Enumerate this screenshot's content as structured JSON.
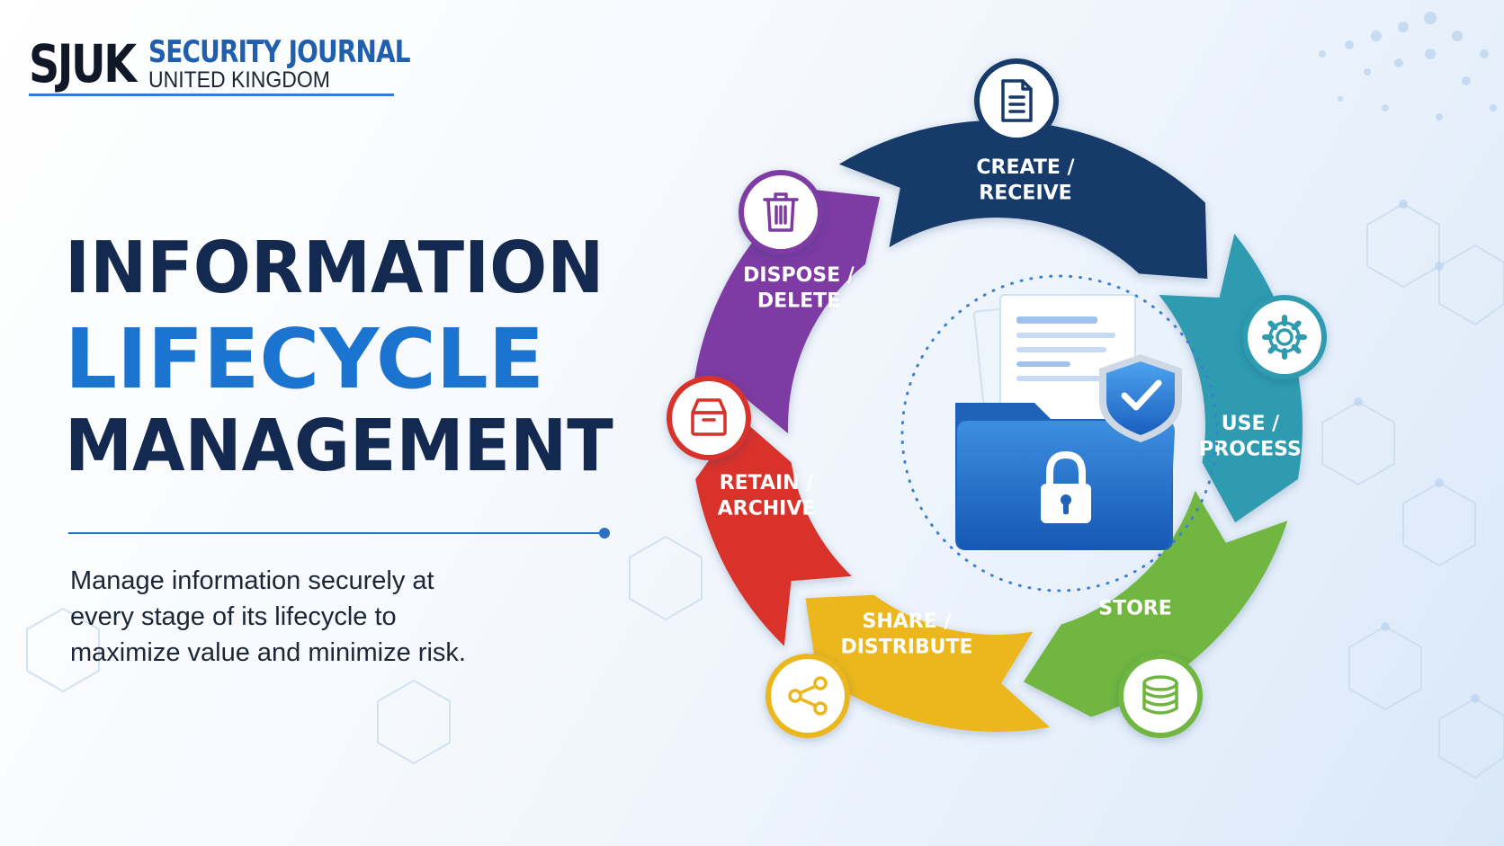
{
  "brand": {
    "mark": "SJUK",
    "title": "SECURITY JOURNAL",
    "subtitle": "UNITED KINGDOM"
  },
  "headline": {
    "line1": "INFORMATION",
    "line2": "LIFECYCLE",
    "line3": "MANAGEMENT"
  },
  "tagline": "Manage information securely at every stage of its lifecycle to maximize value and minimize risk.",
  "colors": {
    "navy": "#14294f",
    "accent_blue": "#1b74cf"
  },
  "stages": [
    {
      "line1": "CREATE /",
      "line2": "RECEIVE",
      "icon": "document-icon",
      "color": "#173a6b"
    },
    {
      "line1": "USE /",
      "line2": "PROCESS",
      "icon": "gear-icon",
      "color": "#2f9bb0"
    },
    {
      "line1": "STORE",
      "line2": "",
      "icon": "database-icon",
      "color": "#6fb640"
    },
    {
      "line1": "SHARE /",
      "line2": "DISTRIBUTE",
      "icon": "share-icon",
      "color": "#ebb71c"
    },
    {
      "line1": "RETAIN /",
      "line2": "ARCHIVE",
      "icon": "archive-box-icon",
      "color": "#d9302a"
    },
    {
      "line1": "DISPOSE /",
      "line2": "DELETE",
      "icon": "trash-icon",
      "color": "#7d3aa3"
    }
  ],
  "center_icon": "secure-folder-icon"
}
